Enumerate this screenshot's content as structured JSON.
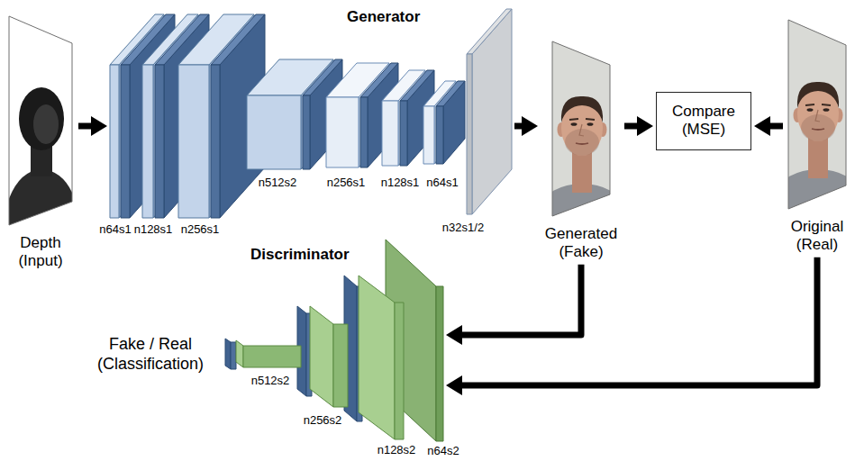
{
  "diagram": {
    "nodes": [
      {
        "text": [
          "Depth (Input)"
        ]
      },
      {
        "text": [
          "n64s1"
        ]
      },
      {
        "text": [
          "n128s1"
        ]
      },
      {
        "text": [
          "n256s1"
        ]
      },
      {
        "text": [
          "n512s2"
        ]
      },
      {
        "text": [
          "n256s1"
        ]
      },
      {
        "text": [
          "n128s1"
        ]
      },
      {
        "text": [
          "n64s1"
        ]
      },
      {
        "text": [
          "n32s1/2"
        ]
      },
      {
        "text": [
          "Generated (Fake)"
        ]
      },
      {
        "text": [
          "Compare (MSE)"
        ]
      },
      {
        "text": [
          "Original (Real)"
        ]
      },
      {
        "text": [
          "n512s2"
        ]
      },
      {
        "text": [
          "n256s2"
        ]
      },
      {
        "text": [
          "n128s2"
        ]
      },
      {
        "text": [
          "n64s2"
        ]
      }
    ],
    "edges": [
      {
        "from": 0,
        "to": 1,
        "arrow": "to"
      },
      {
        "from": 8,
        "to": 9,
        "arrow": "to"
      },
      {
        "from": 9,
        "to": 10,
        "arrow": "to"
      },
      {
        "from": 11,
        "to": 10,
        "arrow": "to"
      },
      {
        "from": 9,
        "to": 15,
        "arrow": "to"
      },
      {
        "from": 11,
        "to": 15,
        "arrow": "to"
      }
    ],
    "labels": [
      "Generator",
      "Discriminator",
      "Fake / Real (Classification)"
    ]
  }
}
